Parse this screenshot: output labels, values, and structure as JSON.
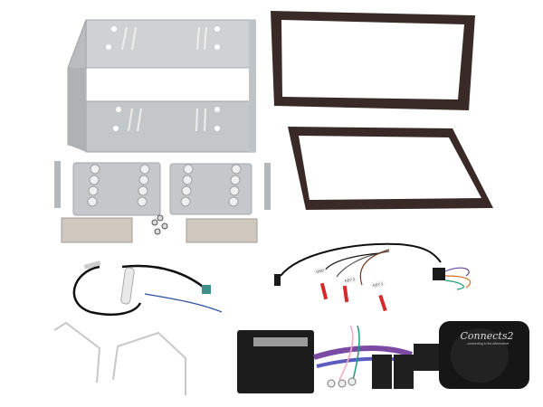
{
  "image": {
    "description": "Car stereo double-DIN fitting kit product photo",
    "background_color": "#ffffff",
    "components": [
      {
        "id": "din-cage",
        "label": "Double DIN metal cage"
      },
      {
        "id": "fascia-panel-front",
        "label": "Dark brown fascia surround (front)"
      },
      {
        "id": "fascia-panel-rear",
        "label": "Dark brown fascia surround (rear frame)"
      },
      {
        "id": "side-brackets",
        "label": "Side mounting plates with holes"
      },
      {
        "id": "release-straps",
        "label": "Metal release straps"
      },
      {
        "id": "screws",
        "label": "Mounting screws"
      },
      {
        "id": "antenna-adapter",
        "label": "Fakra antenna adapter"
      },
      {
        "id": "release-keys",
        "label": "Radio removal keys"
      },
      {
        "id": "patch-lead",
        "label": "Steering control patch lead"
      },
      {
        "id": "iso-harness",
        "label": "Quadlock to ISO harness"
      },
      {
        "id": "interface-box",
        "label": "Steering control interface box"
      }
    ],
    "wire_labels": [
      "GND",
      "KEY 2",
      "KEY 1"
    ],
    "logo": {
      "brand": "Connects2",
      "tagline": "...connecting to the aftermarket"
    },
    "colors": {
      "metal": "#c9ccce",
      "fascia": "#3a2a27",
      "connector": "#1c1c1c",
      "red_terminal": "#d42a2a",
      "fakra_teal": "#3f8f8a"
    }
  }
}
